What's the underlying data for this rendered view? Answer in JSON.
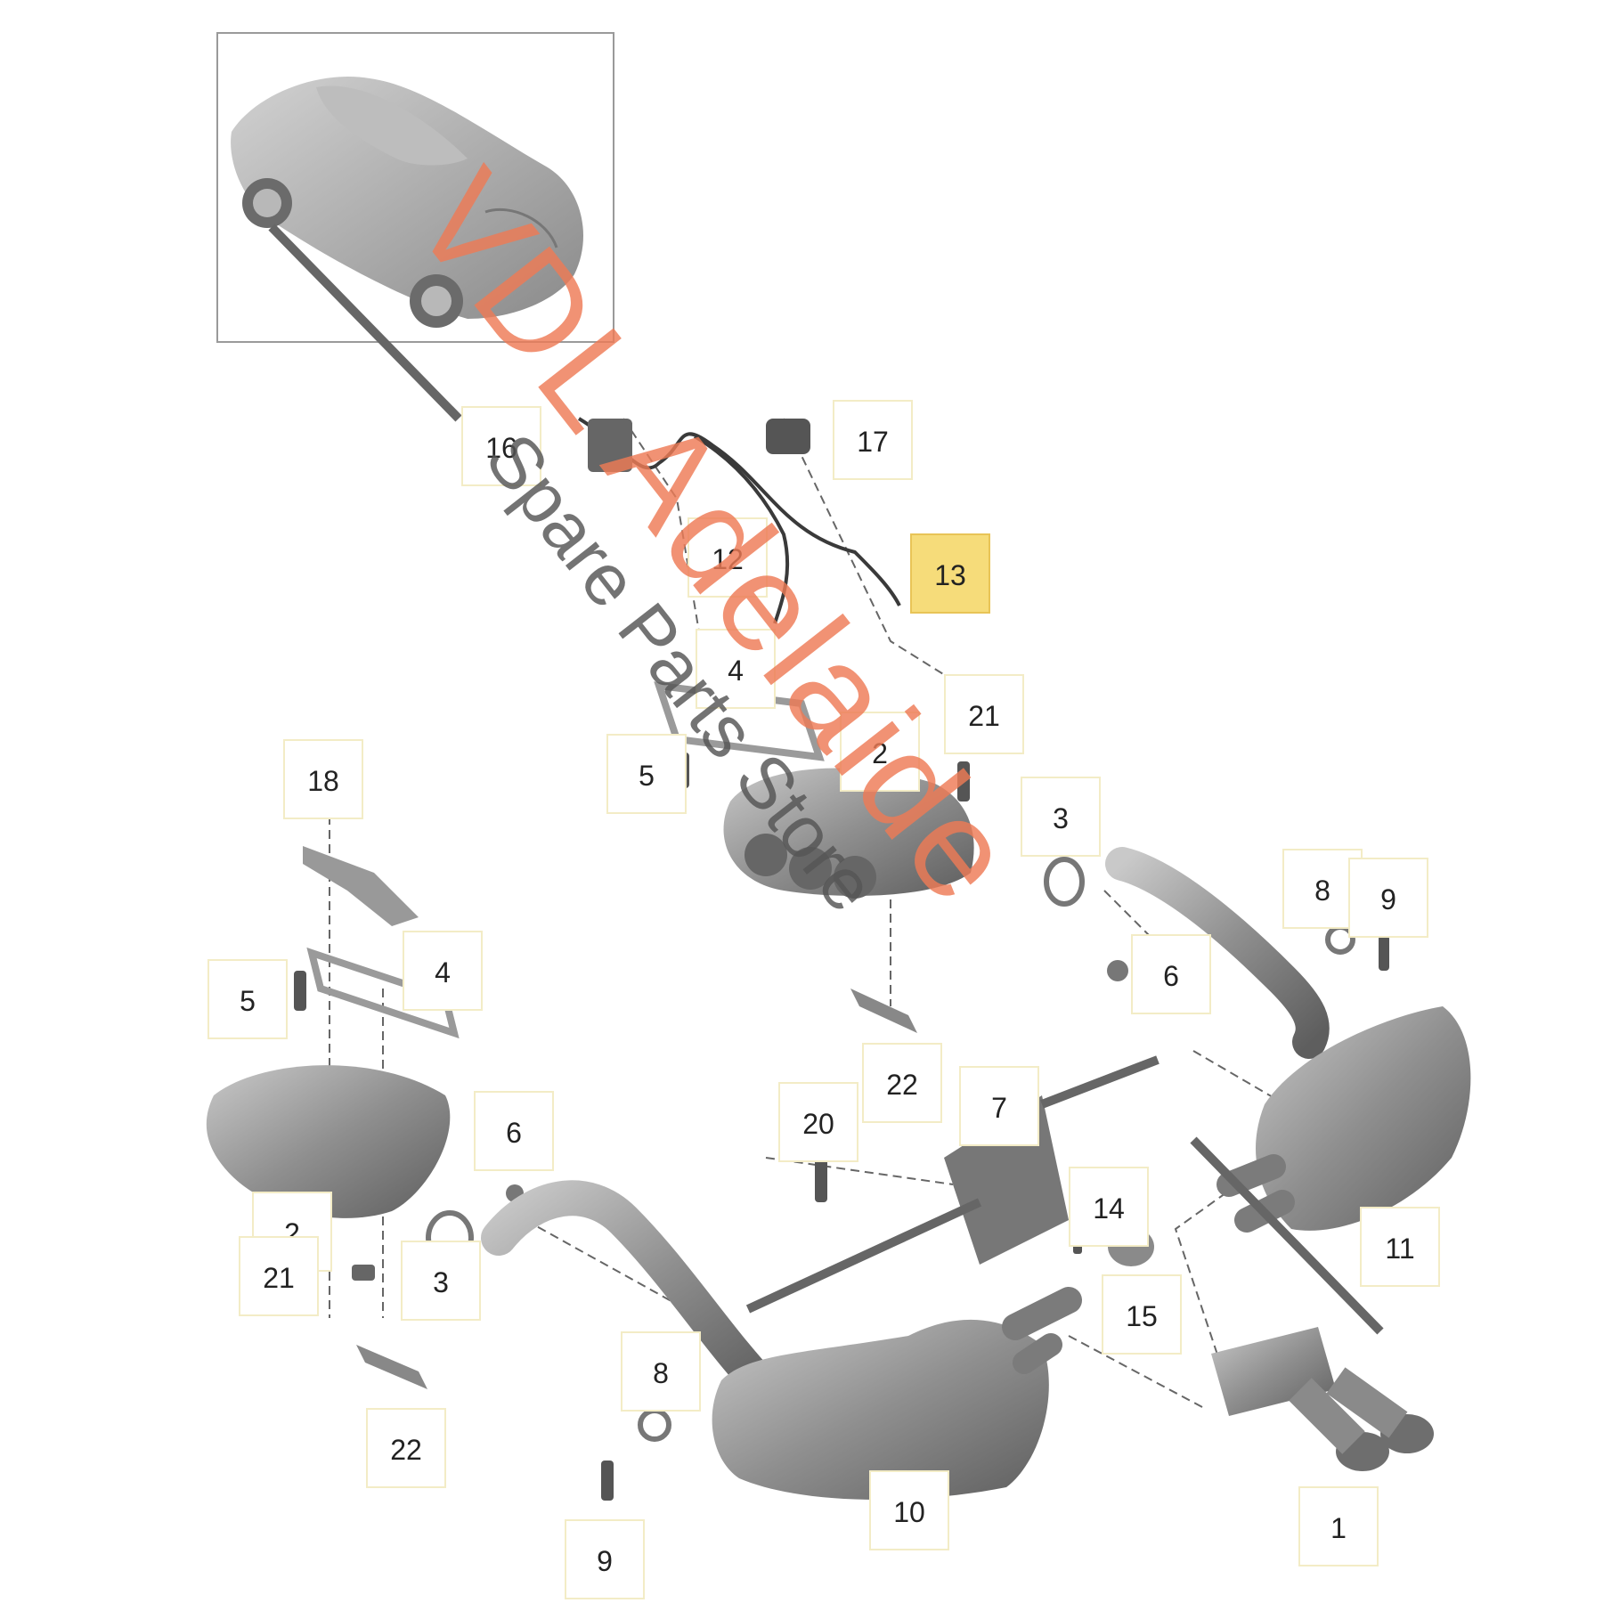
{
  "diagram": {
    "callouts": [
      {
        "id": "c16a",
        "label": "16"
      },
      {
        "id": "c17",
        "label": "17"
      },
      {
        "id": "c12",
        "label": "12"
      },
      {
        "id": "c13",
        "label": "13",
        "highlight": true
      },
      {
        "id": "c4a",
        "label": "4"
      },
      {
        "id": "c21a",
        "label": "21"
      },
      {
        "id": "c5a",
        "label": "5"
      },
      {
        "id": "c2a",
        "label": "2"
      },
      {
        "id": "c3a",
        "label": "3"
      },
      {
        "id": "c18",
        "label": "18"
      },
      {
        "id": "c8a",
        "label": "8"
      },
      {
        "id": "c9a",
        "label": "9"
      },
      {
        "id": "c4b",
        "label": "4"
      },
      {
        "id": "c5b",
        "label": "5"
      },
      {
        "id": "c6a",
        "label": "6"
      },
      {
        "id": "c22a",
        "label": "22"
      },
      {
        "id": "c7",
        "label": "7"
      },
      {
        "id": "c6b",
        "label": "6"
      },
      {
        "id": "c20",
        "label": "20"
      },
      {
        "id": "c14",
        "label": "14"
      },
      {
        "id": "c11",
        "label": "11"
      },
      {
        "id": "c2b",
        "label": "2"
      },
      {
        "id": "c21b",
        "label": "21"
      },
      {
        "id": "c3b",
        "label": "3"
      },
      {
        "id": "c15",
        "label": "15"
      },
      {
        "id": "c8b",
        "label": "8"
      },
      {
        "id": "c22b",
        "label": "22"
      },
      {
        "id": "c10",
        "label": "10"
      },
      {
        "id": "c1",
        "label": "1"
      },
      {
        "id": "c9b",
        "label": "9"
      }
    ],
    "watermark": {
      "line1": "VDL Adelaide",
      "line2": "Spare Parts Store"
    },
    "colors": {
      "watermark": "#ee7b56",
      "highlight": "#f6dc7a",
      "box": "#f3ecc6",
      "parts": "#8e8e8e"
    }
  }
}
